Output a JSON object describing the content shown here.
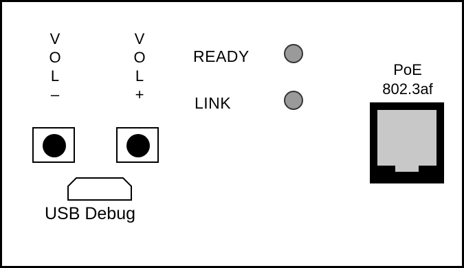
{
  "vol_minus": {
    "letters": [
      "V",
      "O",
      "L",
      "–"
    ]
  },
  "vol_plus": {
    "letters": [
      "V",
      "O",
      "L",
      "+"
    ]
  },
  "leds": {
    "ready_label": "READY",
    "link_label": "LINK",
    "color": "#9a9a9a"
  },
  "usb": {
    "label": "USB Debug"
  },
  "poe": {
    "line1": "PoE",
    "line2": "802.3af",
    "jack_fill": "#c8c8c8"
  }
}
